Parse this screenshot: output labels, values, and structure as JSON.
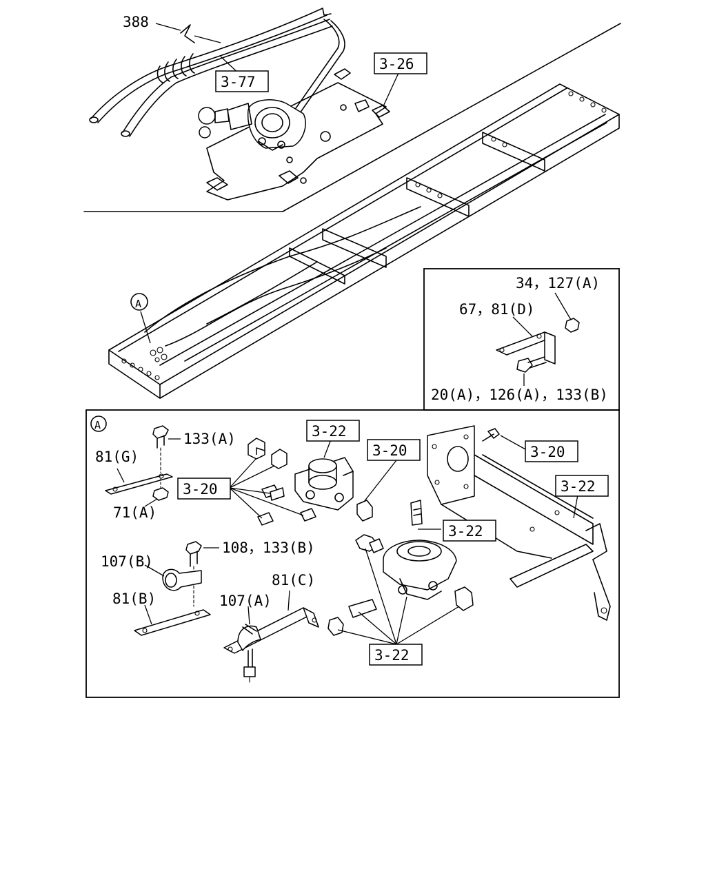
{
  "labels": {
    "l388": "388",
    "l377": "3-77",
    "l326": "3-26",
    "detailA": "A",
    "sectionA": "A",
    "l34_127A": "34，127(A)",
    "l67_81D": "67，81(D)",
    "l20A_126A_133B": "20(A)，126(A)，133(B)",
    "l133A": "133(A)",
    "l81G": "81(G)",
    "l71A": "71(A)",
    "l320_left": "3-20",
    "l322_valve": "3-22",
    "l320_center": "3-20",
    "l320_right": "3-20",
    "l322_right": "3-22",
    "l322_mid": "3-22",
    "l108_133B": "108，133(B)",
    "l107B": "107(B)",
    "l81C": "81(C)",
    "l81B": "81(B)",
    "l107A": "107(A)",
    "l322_bottom": "3-22"
  }
}
